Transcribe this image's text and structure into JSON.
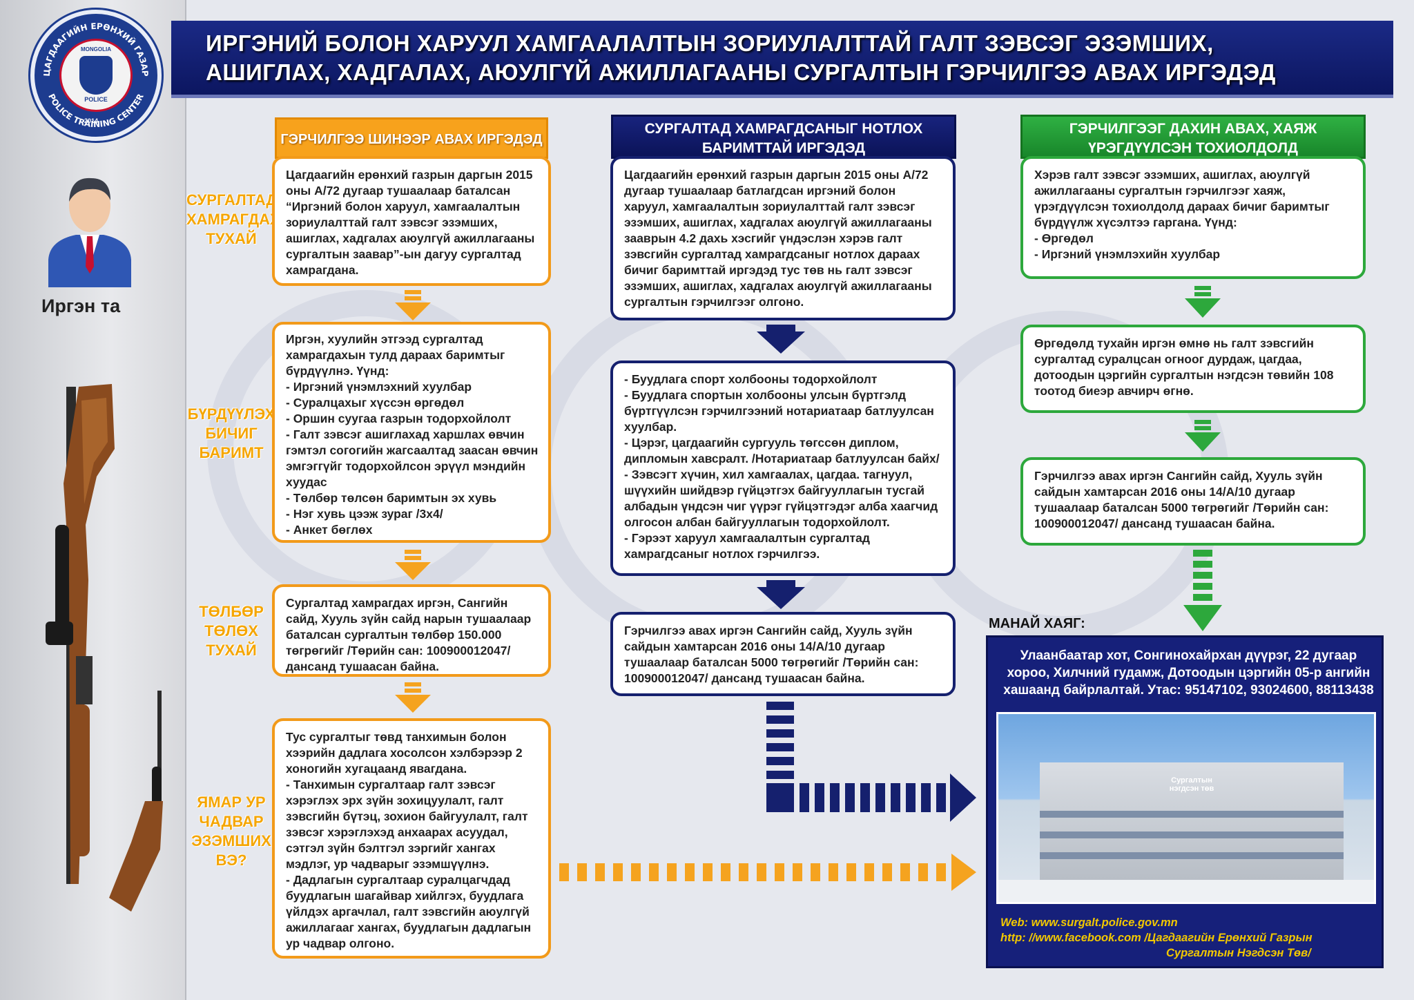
{
  "header": {
    "title_line1": "ИРГЭНИЙ БОЛОН ХАРУУЛ ХАМГААЛАЛТЫН ЗОРИУЛАЛТТАЙ ГАЛТ ЗЭВСЭГ ЭЗЭМШИХ,",
    "title_line2": "АШИГЛАХ, ХАДГАЛАХ, АЮУЛГҮЙ АЖИЛЛАГААНЫ СУРГАЛТЫН ГЭРЧИЛГЭЭ АВАХ ИРГЭДЭД"
  },
  "logo": {
    "ring_top": "ЦАГДААГИЙН ЕРӨНХИЙ ГАЗАР",
    "ring_bottom": "POLICE TRAINING CENTER",
    "inner_top": "MONGOLIA",
    "inner_bottom": "POLICE",
    "year": "2014"
  },
  "sidebar": {
    "citizen_label": "Иргэн та",
    "labels": [
      "СУРГАЛТАД\nХАМРАГДАХ\nТУХАЙ",
      "БҮРДҮҮЛЭХ\nБИЧИГ\nБАРИМТ",
      "ТӨЛБӨР\nТӨЛӨХ\nТУХАЙ",
      "ЯМАР УР\nЧАДВАР\nЭЗЭМШИХ\nВЭ?"
    ]
  },
  "col_orange": {
    "header": "ГЭРЧИЛГЭЭ ШИНЭЭР АВАХ ИРГЭДЭД",
    "box1": "Цагдаагийн ерөнхий газрын даргын 2015 оны А/72 дугаар тушаалаар баталсан “Иргэний болон харуул, хамгаалалтын зориулалттай галт зэвсэг эзэмших, ашиглах, хадгалах аюулгүй ажиллагааны сургалтын заавар”-ын дагуу сургалтад хамрагдана.",
    "box2_intro": "Иргэн, хуулийн этгээд сургалтад хамрагдахын тулд дараах баримтыг бүрдүүлнэ. Үүнд:",
    "box2_items": [
      "- Иргэний үнэмлэхний хуулбар",
      "- Суралцахыг хүссэн өргөдөл",
      "- Оршин суугаа газрын тодорхойлолт",
      "- Галт зэвсэг ашиглахад харшлах өвчин гэмтэл согогийн жагсаалтад заасан өвчин эмгэггүйг тодорхойлсон эрүүл мэндийн хуудас",
      "- Төлбөр төлсөн баримтын эх хувь",
      "- Нэг хувь цээж зураг /3х4/",
      "- Анкет бөглөх"
    ],
    "box3": "Сургалтад хамрагдах иргэн, Сангийн сайд, Хууль зүйн сайд нарын тушаалаар баталсан сургалтын төлбөр 150.000 төгрөгийг /Төрийн сан: 100900012047/ дансанд тушаасан байна.",
    "box4_intro": "Тус сургалтыг төвд танхимын болон хээрийн дадлага хосолсон хэлбэрээр 2 хоногийн хугацаанд явагдана.",
    "box4_items": [
      "- Танхимын сургалтаар галт зэвсэг хэрэглэх эрх зүйн зохицуулалт, галт зэвсгийн бүтэц, зохион байгуулалт, галт зэвсэг хэрэглэхэд анхаарах асуудал, сэтгэл зүйн бэлтгэл зэргийг хангах мэдлэг, ур чадварыг эзэмшүүлнэ.",
      "- Дадлагын сургалтаар суралцагчдад буудлагын шагайвар хийлгэх, буудлага үйлдэх аргачлал, галт зэвсгийн аюулгүй ажиллагааг хангах, буудлагын дадлагын ур чадвар олгоно."
    ]
  },
  "col_navy": {
    "header": "СУРГАЛТАД ХАМРАГДСАНЫГ НОТЛОХ БАРИМТТАЙ ИРГЭДЭД",
    "box1": "Цагдаагийн ерөнхий газрын даргын 2015 оны А/72 дугаар тушаалаар батлагдсан иргэний болон харуул, хамгаалалтын зориулалттай галт зэвсэг эзэмших, ашиглах, хадгалах аюулгүй ажиллагааны зааврын 4.2 дахь хэсгийг үндэслэн хэрэв галт зэвсгийн сургалтад хамрагдсаныг нотлох дараах бичиг баримттай иргэдэд тус төв нь галт зэвсэг эзэмших, ашиглах, хадгалах аюулгүй ажиллагааны сургалтын гэрчилгээг олгоно.",
    "box2_items": [
      "- Буудлага спорт холбооны тодорхойлолт",
      "- Буудлага спортын холбооны улсын бүртгэлд бүртгүүлсэн гэрчилгээний нотариатаар батлуулсан хуулбар.",
      "- Цэрэг, цагдаагийн сургууль төгссөн  диплом, дипломын хавсралт. /Нотариатаар батлуулсан байх/",
      "- Зэвсэгт хүчин, хил хамгаалах, цагдаа. тагнуул, шүүхийн шийдвэр гүйцэтгэх байгууллагын тусгай албадын үндсэн чиг үүрэг гүйцэтгэдэг алба хаагчид олгосон албан байгууллагын тодорхойлолт.",
      "- Гэрээт харуул хамгаалалтын сургалтад хамрагдсаныг нотлох гэрчилгээ."
    ],
    "box3": "Гэрчилгээ авах иргэн Сангийн сайд, Хууль зүйн сайдын хамтарсан 2016 оны 14/А/10 дугаар тушаалаар баталсан 5000 төгрөгийг /Төрийн сан: 100900012047/ дансанд тушаасан байна."
  },
  "col_green": {
    "header": "ГЭРЧИЛГЭЭГ ДАХИН АВАХ, ХАЯЖ ҮРЭГДҮҮЛСЭН ТОХИОЛДОЛД",
    "box1_intro": "Хэрэв галт зэвсэг эзэмших, ашиглах, аюулгүй ажиллагааны сургалтын гэрчилгээг хаяж, үрэгдүүлсэн тохиолдолд дараах бичиг баримтыг бүрдүүлж хүсэлтээ гаргана. Үүнд:",
    "box1_items": [
      "- Өргөдөл",
      "- Иргэний үнэмлэхийн хуулбар"
    ],
    "box2": "Өргөдөлд тухайн иргэн өмнө нь галт зэвсгийн сургалтад суралцсан огноог дурдаж, цагдаа, дотоодын цэргийн сургалтын нэгдсэн төвийн 108 тоотод биеэр авчирч өгнө.",
    "box3": "Гэрчилгээ авах иргэн Сангийн сайд, Хууль зүйн сайдын хамтарсан 2016 оны 14/А/10 дугаар тушаалаар баталсан 5000 төгрөгийг /Төрийн сан: 100900012047/ дансанд тушаасан байна."
  },
  "address": {
    "label": "МАНАЙ ХАЯГ:",
    "text": "Улаанбаатар хот, Сонгинохайрхан дүүрэг, 22 дугаар хороо, Хилчний гудамж, Дотоодын цэргийн 05-р ангийн хашаанд байрлалтай.  Утас: 95147102, 93024600, 88113438",
    "web": "Web: www.surgalt.police.gov.mn",
    "facebook": "http: //www.facebook.com /Цагдаагийн Ерөнхий Газрын",
    "facebook_line2": "Сургалтын Нэгдсэн Төв/",
    "building_sign": "Сургалтын нэгдсэн төв"
  },
  "colors": {
    "orange": "#f7a21c",
    "navy": "#15206e",
    "green": "#2da83c",
    "address_bg": "#16207a"
  }
}
